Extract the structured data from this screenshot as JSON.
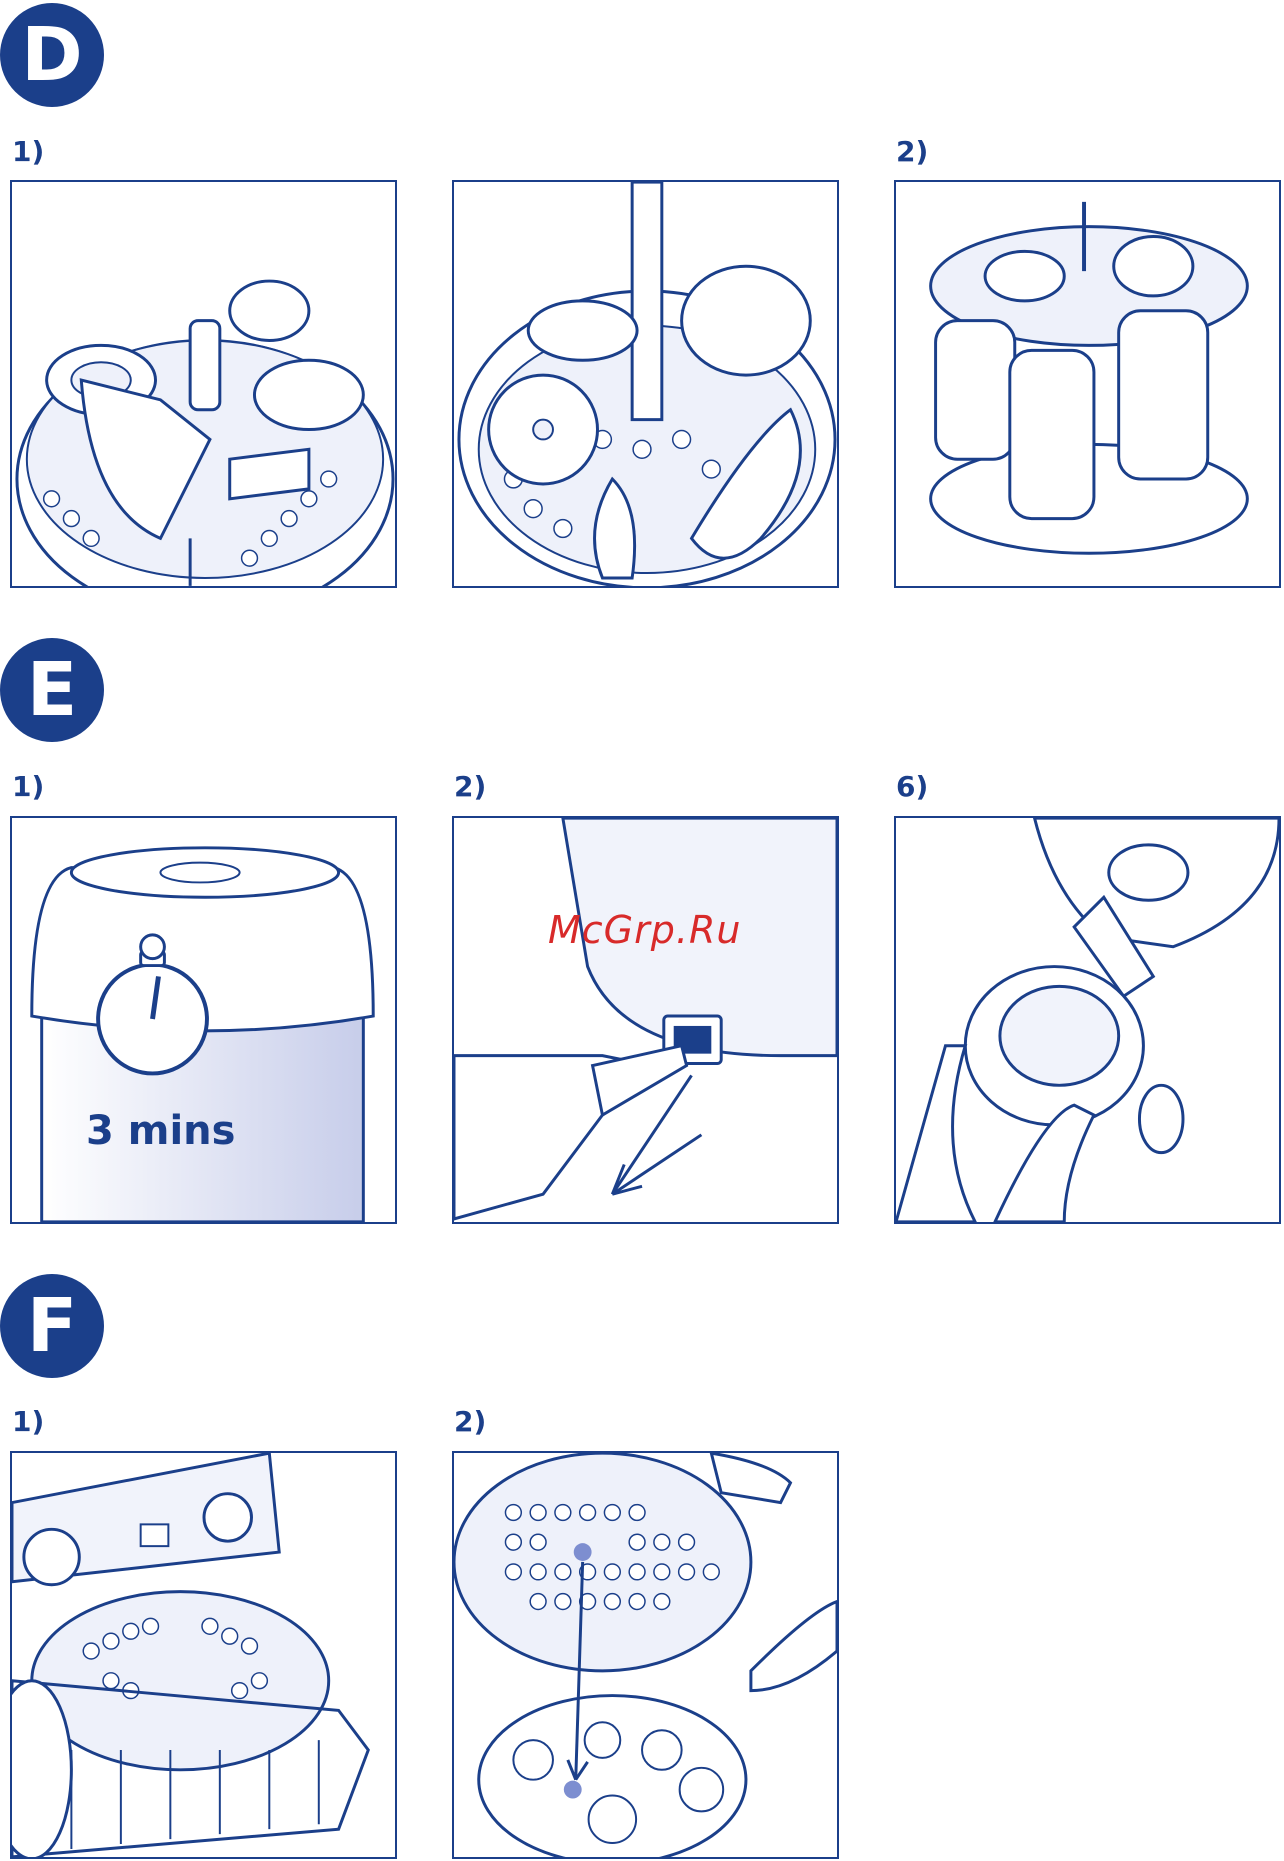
{
  "sections": [
    {
      "letter": "D",
      "steps": [
        "1)",
        "2)"
      ]
    },
    {
      "letter": "E",
      "steps": [
        "1)",
        "2)",
        "6)"
      ]
    },
    {
      "letter": "F",
      "steps": [
        "1)",
        "2)"
      ]
    }
  ],
  "timer_text": "3 mins",
  "watermark": "McGrp.Ru",
  "colors": {
    "brand": "#1b3f8a",
    "watermark": "#d82a2a"
  }
}
